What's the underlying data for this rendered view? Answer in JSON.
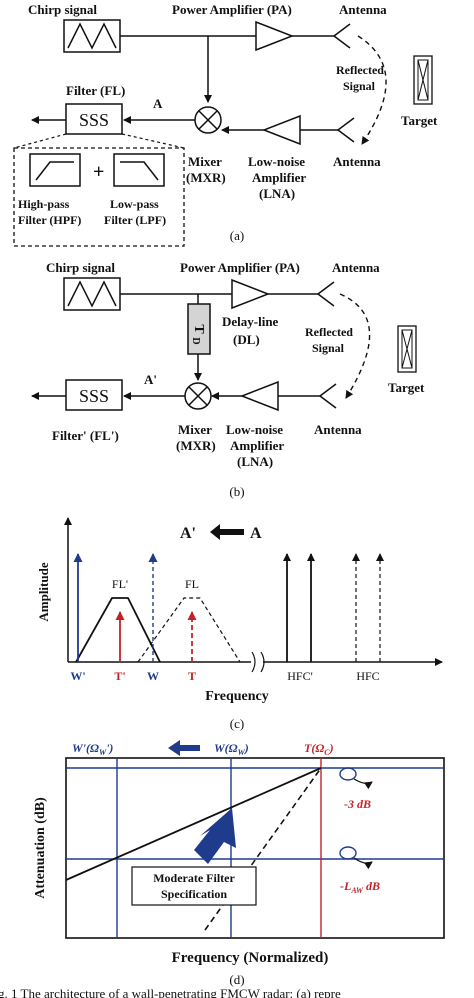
{
  "panel_a": {
    "chirp_signal": "Chirp signal",
    "power_amplifier": "Power Amplifier (PA)",
    "antenna_tx": "Antenna",
    "reflected_signal_l1": "Reflected",
    "reflected_signal_l2": "Signal",
    "target": "Target",
    "filter": "Filter (FL)",
    "node": "A",
    "mixer_l1": "Mixer",
    "mixer_l2": "(MXR)",
    "lna_l1": "Low-noise",
    "lna_l2": "Amplifier",
    "lna_l3": "(LNA)",
    "antenna_rx": "Antenna",
    "plus": "+",
    "hpf_l1": "High-pass",
    "hpf_l2": "Filter (HPF)",
    "lpf_l1": "Low-pass",
    "lpf_l2": "Filter (LPF)",
    "caption": "(a)"
  },
  "panel_b": {
    "chirp_signal": "Chirp signal",
    "power_amplifier": "Power Amplifier (PA)",
    "antenna_tx": "Antenna",
    "delay_label": "T",
    "delay_sub": "D",
    "delay_line_l1": "Delay-line",
    "delay_line_l2": "(DL)",
    "reflected_signal_l1": "Reflected",
    "reflected_signal_l2": "Signal",
    "target": "Target",
    "filter": "Filter' (FL')",
    "node": "A'",
    "mixer_l1": "Mixer",
    "mixer_l2": "(MXR)",
    "lna_l1": "Low-noise",
    "lna_l2": "Amplifier",
    "lna_l3": "(LNA)",
    "antenna_rx": "Antenna",
    "caption": "(b)"
  },
  "panel_c": {
    "shift_from": "A'",
    "shift_to": "A",
    "ylabel": "Amplitude",
    "xlabel": "Frequency",
    "fl_prime": "FL'",
    "fl": "FL",
    "tick_w_prime": "W'",
    "tick_t_prime": "T'",
    "tick_w": "W",
    "tick_t": "T",
    "tick_hfc_prime": "HFC'",
    "tick_hfc": "HFC",
    "caption": "(c)",
    "colors": {
      "blue": "#1f3c8c",
      "red": "#c0242a",
      "black": "#111111"
    }
  },
  "panel_d": {
    "label_w_prime": "W'(Ω",
    "label_w_prime_sub": "W",
    "label_w_prime_end": "')",
    "label_w": "W(Ω",
    "label_w_sub": "W",
    "label_w_end": ")",
    "label_t": "T(Ω",
    "label_t_sub": "C",
    "label_t_end": ")",
    "ylabel": "Attenuation (dB)",
    "xlabel": "Frequency (Normalized)",
    "db3": "-3 dB",
    "law_pre": "-L",
    "law_sub": "AW",
    "law_post": " dB",
    "spec_l1": "Moderate Filter",
    "spec_l2": "Specification",
    "caption": "(d)",
    "colors": {
      "blue": "#1f3c8c",
      "red": "#c0242a",
      "black": "#111111"
    }
  },
  "caption_text": "g. 1     The architecture of a wall-penetrating FMCW radar: (a) repre"
}
